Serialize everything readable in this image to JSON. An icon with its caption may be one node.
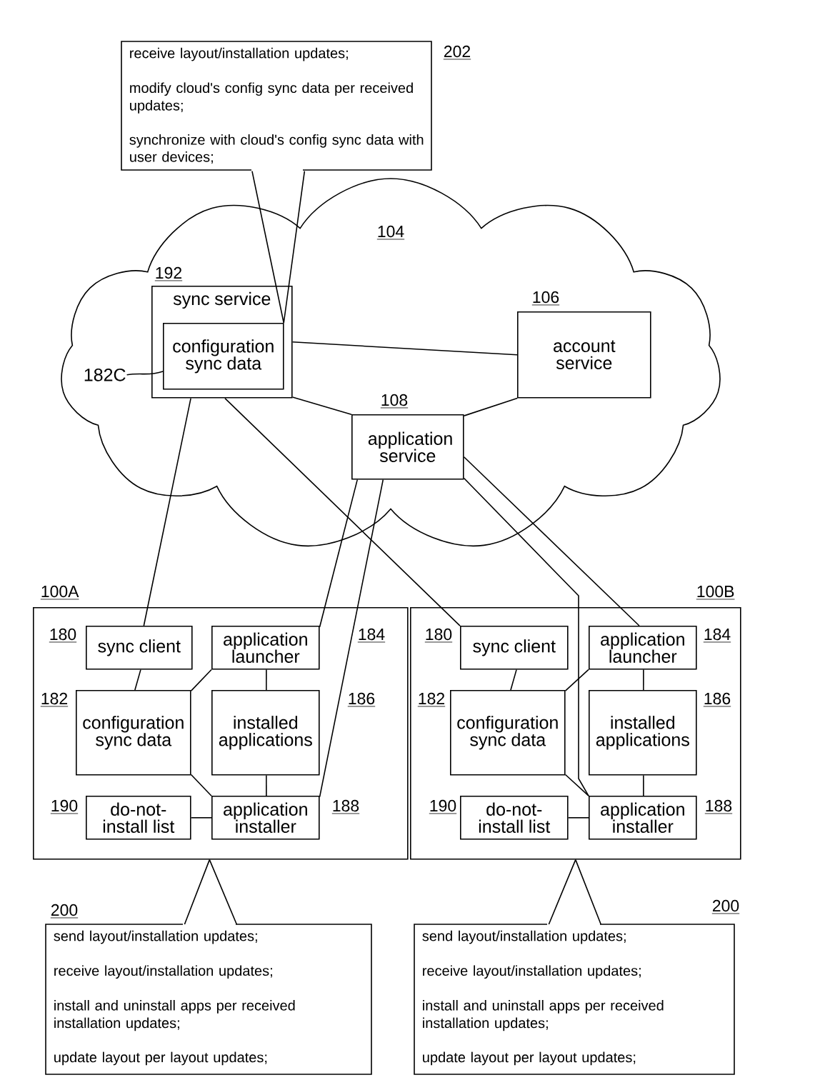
{
  "diagram": {
    "nodes": [
      {
        "text": [
          "104"
        ]
      },
      {
        "text": [
          "sync service"
        ],
        "beside": [
          "192"
        ],
        "in": 0
      },
      {
        "text": [
          "configuration sync data"
        ],
        "in": 1
      },
      {
        "text": [
          "account service"
        ],
        "beside": [
          "106"
        ],
        "in": 0
      },
      {
        "text": [
          "application service"
        ],
        "beside": [
          "108"
        ],
        "in": 0
      },
      {
        "text": [
          "receive layout/installation updates;",
          "modify cloud's config sync data per received updates;",
          "synchronize with cloud's config sync data with user devices;"
        ],
        "beside": [
          "202"
        ]
      },
      {
        "text": [],
        "shape": "box",
        "beside": [
          "100A"
        ]
      },
      {
        "text": [
          "sync client"
        ],
        "beside": [
          "180"
        ],
        "in": 6
      },
      {
        "text": [
          "application launcher"
        ],
        "beside": [
          "184"
        ],
        "in": 6
      },
      {
        "text": [
          "configuration sync data"
        ],
        "beside": [
          "182"
        ],
        "in": 6
      },
      {
        "text": [
          "installed applications"
        ],
        "beside": [
          "186"
        ],
        "in": 6
      },
      {
        "text": [
          "do-not-install list"
        ],
        "beside": [
          "190"
        ],
        "in": 6
      },
      {
        "text": [
          "application installer"
        ],
        "beside": [
          "188"
        ],
        "in": 6
      },
      {
        "text": [],
        "shape": "box",
        "beside": [
          "100B"
        ]
      },
      {
        "text": [
          "sync client"
        ],
        "beside": [
          "180"
        ],
        "in": 13
      },
      {
        "text": [
          "application launcher"
        ],
        "beside": [
          "184"
        ],
        "in": 13
      },
      {
        "text": [
          "configuration sync data"
        ],
        "beside": [
          "182"
        ],
        "in": 13
      },
      {
        "text": [
          "installed applications"
        ],
        "beside": [
          "186"
        ],
        "in": 13
      },
      {
        "text": [
          "do-not-install list"
        ],
        "beside": [
          "190"
        ],
        "in": 13
      },
      {
        "text": [
          "application installer"
        ],
        "beside": [
          "188"
        ],
        "in": 13
      },
      {
        "text": [
          "send layout/installation updates;",
          "receive layout/installation updates;",
          "install and uninstall apps per received installation updates;",
          "update layout per layout updates;"
        ],
        "beside": [
          "200"
        ]
      },
      {
        "text": [
          "send layout/installation updates;",
          "receive layout/installation updates;",
          "install and uninstall apps per received installation updates;",
          "update layout per layout updates;"
        ],
        "beside": [
          "200"
        ]
      },
      {
        "text": [
          "182C"
        ],
        "in": 0
      }
    ],
    "edges": [
      {
        "from": 1,
        "to": 3,
        "arrow": "none"
      },
      {
        "from": 1,
        "to": 4,
        "arrow": "none"
      },
      {
        "from": 3,
        "to": 4,
        "arrow": "none"
      },
      {
        "from": 1,
        "to": 7,
        "arrow": "none"
      },
      {
        "from": 1,
        "to": 14,
        "arrow": "none"
      },
      {
        "from": 4,
        "to": 8,
        "arrow": "none"
      },
      {
        "from": 4,
        "to": 12,
        "arrow": "none"
      },
      {
        "from": 4,
        "to": 15,
        "arrow": "none"
      },
      {
        "from": 4,
        "to": 19,
        "arrow": "none"
      },
      {
        "from": 7,
        "to": 9,
        "arrow": "none"
      },
      {
        "from": 8,
        "to": 9,
        "arrow": "none"
      },
      {
        "from": 8,
        "to": 10,
        "arrow": "none"
      },
      {
        "from": 10,
        "to": 12,
        "arrow": "none"
      },
      {
        "from": 9,
        "to": 12,
        "arrow": "none"
      },
      {
        "from": 11,
        "to": 12,
        "arrow": "none"
      },
      {
        "from": 14,
        "to": 16,
        "arrow": "none"
      },
      {
        "from": 15,
        "to": 16,
        "arrow": "none"
      },
      {
        "from": 15,
        "to": 17,
        "arrow": "none"
      },
      {
        "from": 17,
        "to": 19,
        "arrow": "none"
      },
      {
        "from": 16,
        "to": 19,
        "arrow": "none"
      },
      {
        "from": 18,
        "to": 19,
        "arrow": "none"
      },
      {
        "from": 5,
        "to": 2,
        "arrow": "none"
      },
      {
        "from": 20,
        "to": 6,
        "arrow": "none"
      },
      {
        "from": 21,
        "to": 13,
        "arrow": "none"
      },
      {
        "from": 22,
        "to": 2,
        "arrow": "none"
      }
    ]
  }
}
